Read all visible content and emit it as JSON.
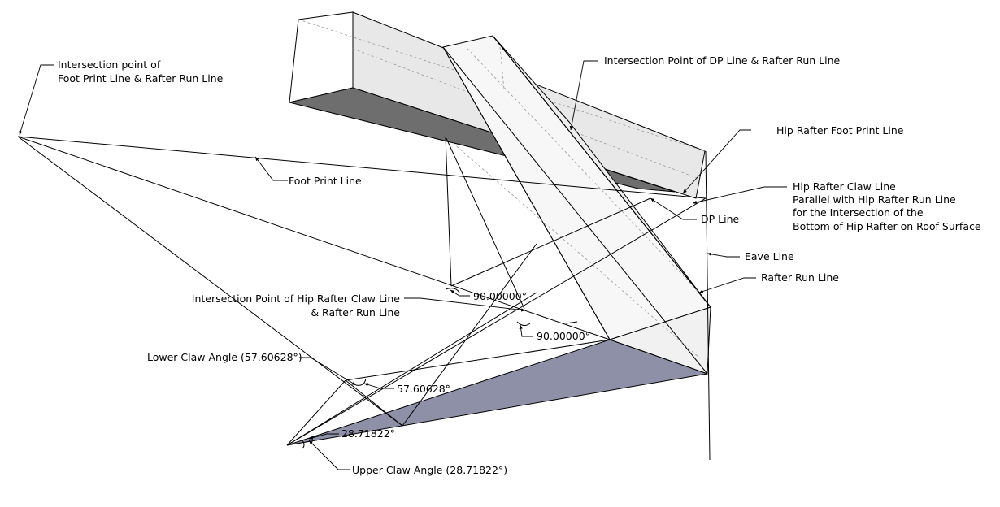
{
  "labels": {
    "foot_print_intersection_l1": "Intersection point of",
    "foot_print_intersection_l2": "Foot Print Line & Rafter Run Line",
    "dp_rafter_intersection": "Intersection Point of DP Line & Rafter Run Line",
    "hip_foot_print_line": "Hip Rafter Foot Print Line",
    "foot_print_line": "Foot Print Line",
    "claw_line_l1": "Hip Rafter Claw Line",
    "claw_line_l2": "Parallel with Hip Rafter Run Line",
    "claw_line_l3": "for the Intersection of the",
    "claw_line_l4": "Bottom of Hip Rafter on Roof Surface",
    "dp_line": "DP Line",
    "eave_line": "Eave Line",
    "rafter_run_line": "Rafter Run Line",
    "claw_intersection_l1": "Intersection Point of Hip Rafter Claw Line",
    "claw_intersection_l2": "& Rafter Run Line",
    "lower_claw_angle": "Lower Claw Angle (57.60628°)",
    "upper_claw_angle": "Upper Claw Angle (28.71822°)"
  },
  "angles": {
    "right_angle_1": "90.00000°",
    "right_angle_2": "90.00000°",
    "lower_claw": "57.60628°",
    "upper_claw": "28.71822°"
  },
  "colors": {
    "roof_triangle": "#8e90a8",
    "beam_top": "#e6e6e6",
    "beam_bottom": "#6e6e6e",
    "rafter_face": "#f6f6f6",
    "rafter_side": "#ebebeb",
    "line": "#000000"
  }
}
